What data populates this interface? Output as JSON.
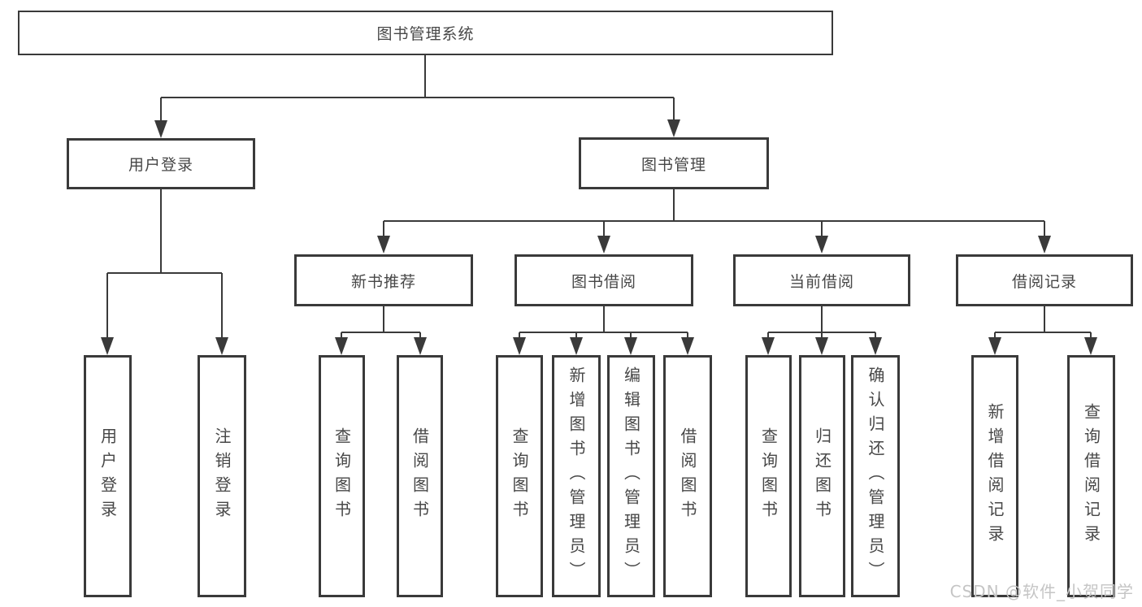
{
  "diagram": {
    "root": "图书管理系统",
    "level2": {
      "user_login": "用户登录",
      "book_mgmt": "图书管理"
    },
    "level3": {
      "new_book_rec": "新书推荐",
      "book_borrow": "图书借阅",
      "current_borrow": "当前借阅",
      "borrow_record": "借阅记录"
    },
    "leaves": {
      "user_login": "用户登录",
      "logout": "注销登录",
      "rec_query_book": "查询图书",
      "rec_borrow_book": "借阅图书",
      "bb_query_book": "查询图书",
      "bb_add_book": "新增图书（管理员）",
      "bb_edit_book": "编辑图书（管理员）",
      "bb_borrow_book": "借阅图书",
      "cb_query_book": "查询图书",
      "cb_return_book": "归还图书",
      "cb_confirm_return": "确认归还（管理员）",
      "br_add_record": "新增借阅记录",
      "br_query_record": "查询借阅记录"
    },
    "colors": {
      "line": "#3a3a3a",
      "text": "#474747",
      "watermark": "#c5c5c5"
    }
  },
  "watermark": "CSDN @软件_小贺同学"
}
